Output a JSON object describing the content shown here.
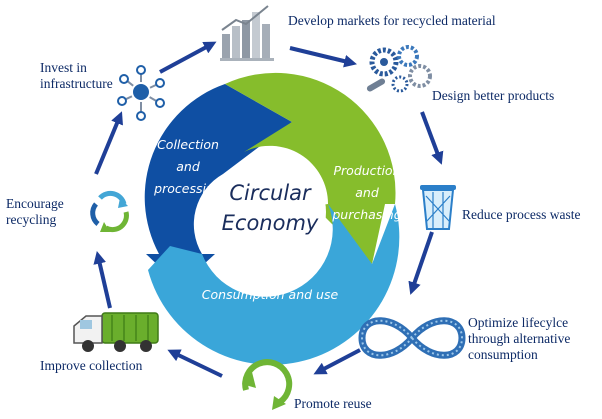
{
  "center": {
    "line1": "Circular",
    "line2": "Economy"
  },
  "segments": {
    "collection": {
      "line1": "Collection",
      "line2": "and",
      "line3": "processing"
    },
    "production": {
      "line1": "Production",
      "line2": "and",
      "line3": "purchasing"
    },
    "consumption": {
      "line1": "Consumption and use"
    }
  },
  "steps": {
    "develop_markets": "Develop markets for recycled material",
    "design_products": "Design better products",
    "reduce_waste": "Reduce process waste",
    "optimize": {
      "line1": "Optimize lifecylce",
      "line2": "through alternative",
      "line3": "consumption"
    },
    "promote_reuse": "Promote reuse",
    "improve_collection": "Improve collection",
    "encourage_recycling": {
      "line1": "Encourage",
      "line2": "recycling"
    },
    "invest": {
      "line1": "Invest in",
      "line2": "infrastructure"
    }
  },
  "colors": {
    "collection": "#0f4fa3",
    "production": "#86bd2c",
    "consumption": "#3aa6d9",
    "text": "#0d2a66",
    "arrows": "#1f3f97"
  },
  "icons": [
    "bar-chart-icon",
    "gears-icon",
    "waste-bin-icon",
    "infinity-icon",
    "recycle-loop-icon",
    "garbage-truck-icon",
    "recycle-arrows-icon",
    "network-hub-icon"
  ]
}
